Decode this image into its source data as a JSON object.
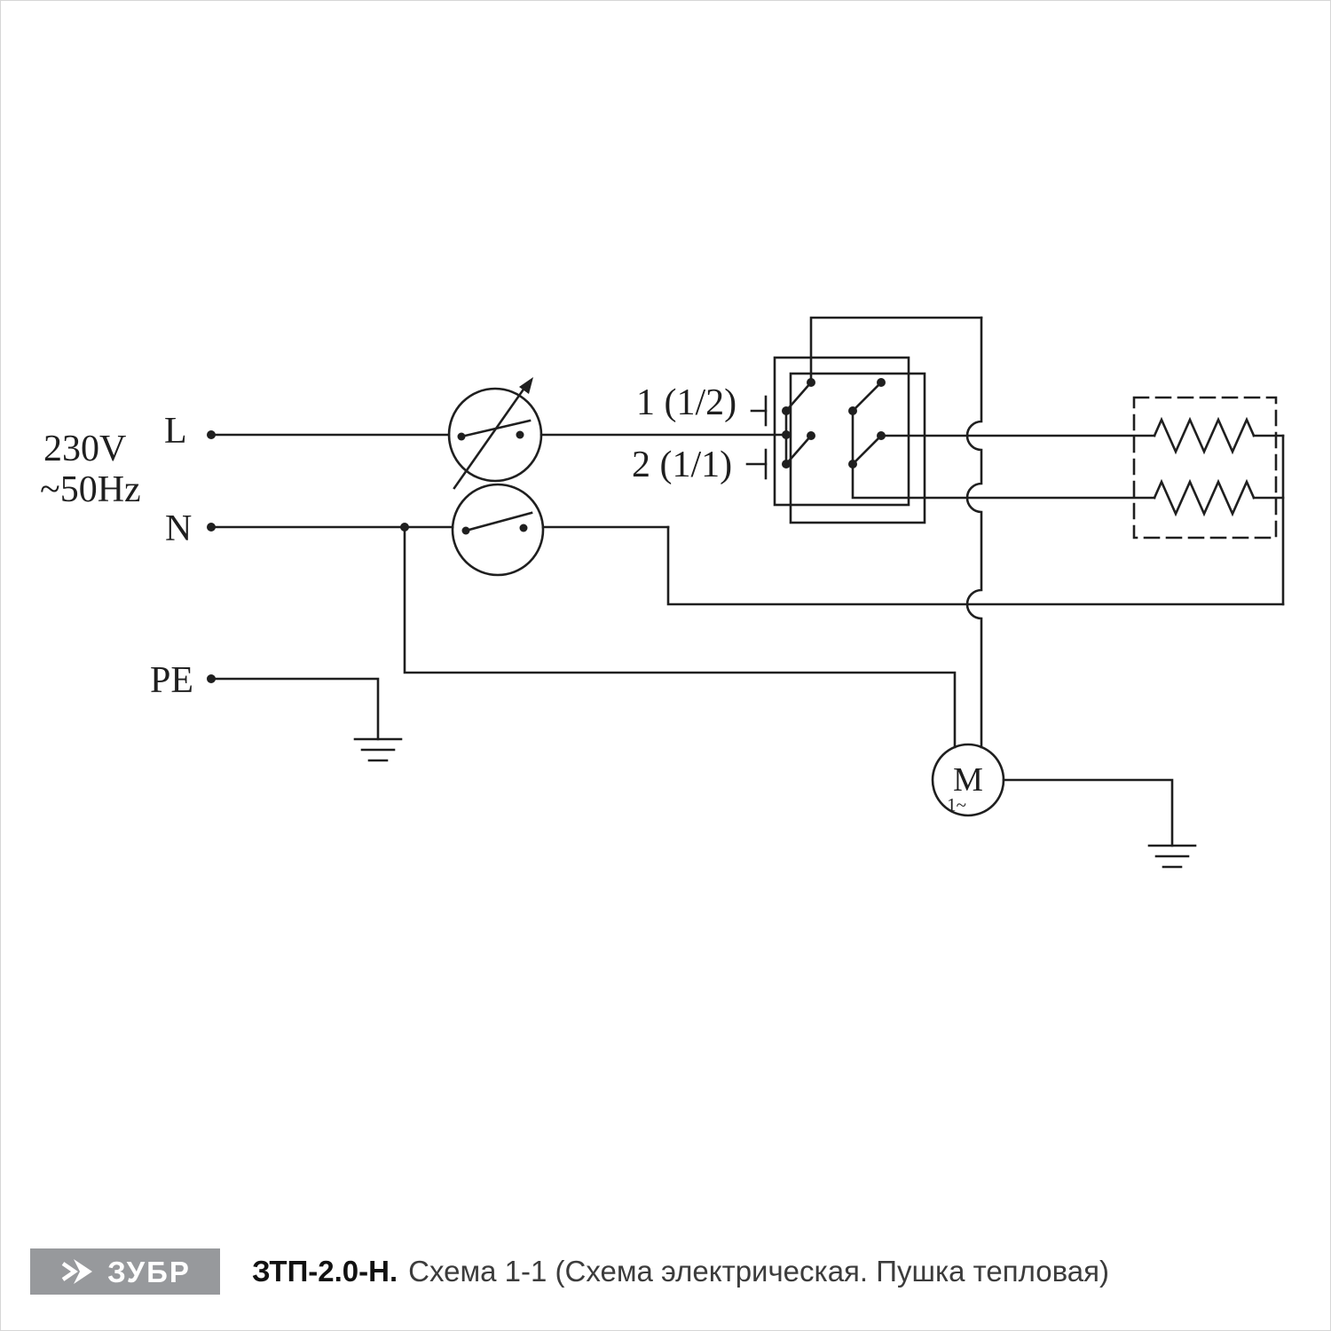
{
  "colors": {
    "line": "#1f1f1f",
    "logo_background": "#97999c",
    "logo_text": "#ffffff"
  },
  "schematic": {
    "power": {
      "voltage": "230V",
      "frequency": "~50Hz"
    },
    "terminals": {
      "line": "L",
      "neutral": "N",
      "earth": "PE"
    },
    "switch_positions": {
      "position1": "1 (1/2)",
      "position2": "2 (1/1)"
    },
    "motor": {
      "symbol": "M",
      "phase": "1~"
    }
  },
  "footer": {
    "brand": "ЗУБР",
    "model": "ЗТП-2.0-Н.",
    "caption": "Схема 1-1 (Схема электрическая. Пушка тепловая)"
  }
}
